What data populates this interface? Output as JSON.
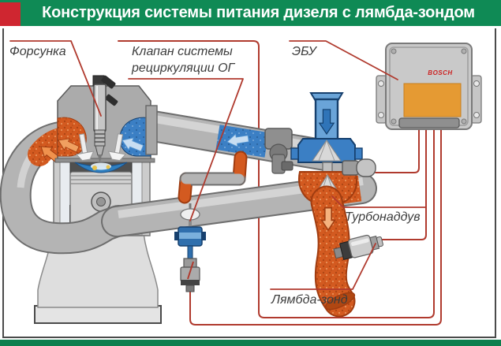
{
  "title": {
    "text": "Конструкция системы питания дизеля с лямбда-зондом"
  },
  "labels": {
    "injector": "Форсунка",
    "egr_valve": "Клапан системы\nрециркуляции ОГ",
    "ecu": "ЭБУ",
    "turbo": "Турбонаддув",
    "lambda": "Лямбда-зонд"
  },
  "ecu": {
    "brand": "BOSCH"
  },
  "colors": {
    "title_bg": "#0f8a55",
    "title_accent": "#cf2630",
    "bottom_strip": "#0d7f4e",
    "wire_red": "#b03a2e",
    "pipe_orange": "#d35a20",
    "pipe_blue": "#3b7fc4",
    "pipe_metal": "#b4b4b4",
    "ecu_label_orange": "#e59a33"
  }
}
